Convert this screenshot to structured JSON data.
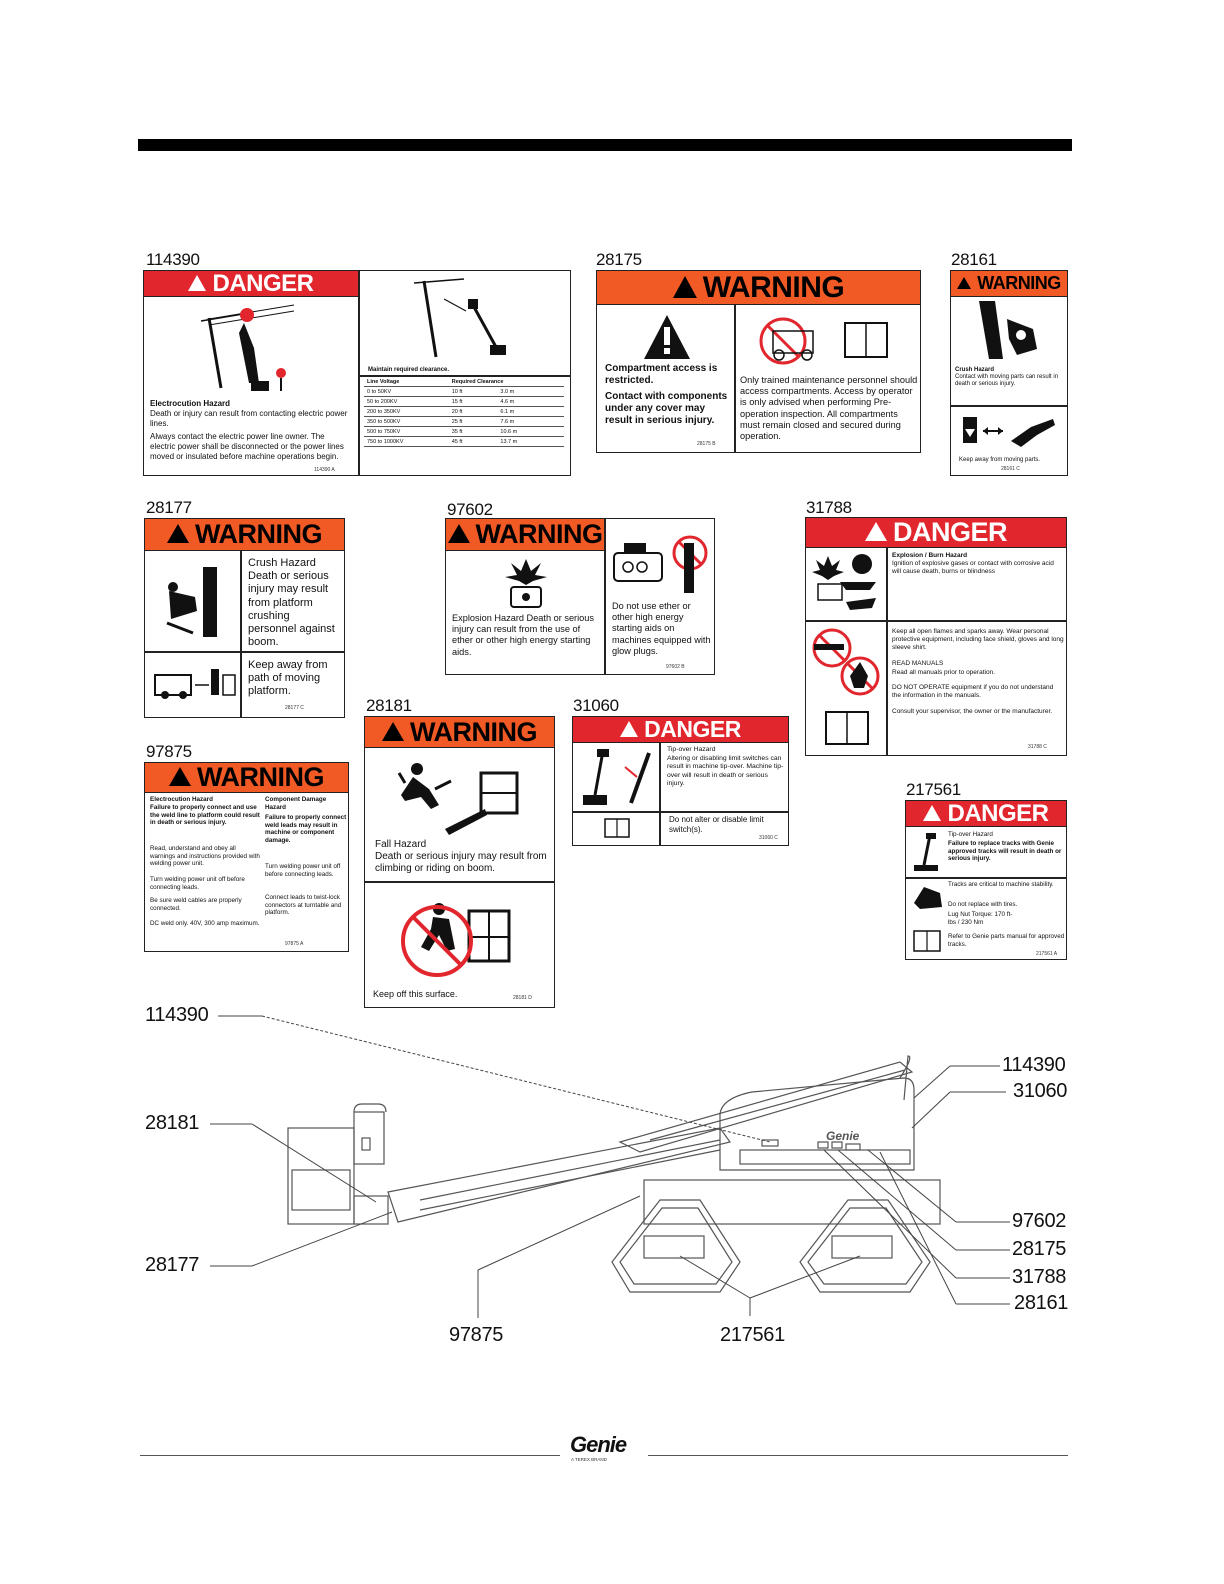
{
  "decals": {
    "d114390": {
      "part": "114390",
      "header": "DANGER",
      "hazard": "Electrocution Hazard",
      "line1": "Death or injury can result from contacting electric power lines.",
      "line2": "Always contact the electric power line owner. The electric power shall be disconnected or the power lines moved or insulated before machine operations begin.",
      "code": "114390 A",
      "table_title": "Maintain required clearance.",
      "col_voltage": "Line Voltage",
      "col_clearance": "Required Clearance",
      "rows": [
        [
          "0 to 50KV",
          "10 ft",
          "3.0 m"
        ],
        [
          "50 to 200KV",
          "15 ft",
          "4.6 m"
        ],
        [
          "200 to 350KV",
          "20 ft",
          "6.1 m"
        ],
        [
          "350 to 500KV",
          "25 ft",
          "7.6 m"
        ],
        [
          "500 to 750KV",
          "35 ft",
          "10.6 m"
        ],
        [
          "750 to 1000KV",
          "45 ft",
          "13.7 m"
        ]
      ]
    },
    "d28175": {
      "part": "28175",
      "header": "WARNING",
      "left": "Compartment access is restricted.",
      "left2": "Contact with components under any cover may result in serious injury.",
      "right": "Only trained maintenance personnel should access compartments. Access by operator is only advised when performing Pre-operation inspection. All compartments must remain closed and secured during operation.",
      "code": "28175 B"
    },
    "d28161": {
      "part": "28161",
      "header": "WARNING",
      "hazard": "Crush Hazard",
      "text": "Contact with moving parts can result in death or serious injury.",
      "keep": "Keep away from moving parts.",
      "code": "28161 C"
    },
    "d28177": {
      "part": "28177",
      "header": "WARNING",
      "text": "Crush Hazard Death or serious injury may result from platform crushing personnel against boom.",
      "keep": "Keep away from path of moving platform.",
      "code": "28177 C"
    },
    "d97602": {
      "part": "97602",
      "header": "WARNING",
      "left": "Explosion Hazard Death or serious injury can result from the use of ether or other high energy starting aids.",
      "right": "Do not use ether or other high energy starting aids on machines equipped with glow plugs.",
      "code": "97602 B"
    },
    "d31788": {
      "part": "31788",
      "header": "DANGER",
      "hazard": "Explosion / Burn Hazard",
      "text": "Ignition of explosive gases or contact with corrosive acid will cause death, burns or blindness",
      "p1": "Keep all open flames and sparks away. Wear personal protective equipment, including face shield, gloves and long sleeve shirt.",
      "p2a": "READ MANUALS",
      "p2b": "Read all manuals prior to operation.",
      "p3": "DO NOT OPERATE equipment if you do not understand the information in the manuals.",
      "p4": "Consult your supervisor, the owner or the manufacturer.",
      "code": "31788 C"
    },
    "d97875": {
      "part": "97875",
      "header": "WARNING",
      "c1a": "Electrocution Hazard",
      "c1b": "Failure to properly connect and use the weld line to platform could result in death or serious injury.",
      "c1c": "Read, understand and obey all warnings and instructions provided with welding power unit.",
      "c1d": "Turn welding power unit off before connecting leads.",
      "c1e": "Be sure weld cables are properly connected.",
      "c1f": "DC weld only. 40V, 300 amp maximum.",
      "c2a": "Component Damage Hazard",
      "c2b": "Failure to properly connect weld leads may result in machine or component damage.",
      "c2c": "Turn welding power unit off before connecting leads.",
      "c2d": "Connect leads to twist-lock connectors at turntable and platform.",
      "code": "97875 A"
    },
    "d28181": {
      "part": "28181",
      "header": "WARNING",
      "text1": "Fall Hazard",
      "text2": "Death or serious injury may result from climbing or riding on boom.",
      "keep": "Keep off this surface.",
      "code": "28181 D"
    },
    "d31060": {
      "part": "31060",
      "header": "DANGER",
      "text1": "Tip-over Hazard",
      "text2": "Altering or disabling limit switches can result in machine tip-over. Machine tip-over will result in death or serious injury.",
      "text3": "Do not alter or disable limit switch(s).",
      "code": "31060 C"
    },
    "d217561": {
      "part": "217561",
      "header": "DANGER",
      "t1": "Tip-over Hazard",
      "t2": "Failure to replace tracks with Genie approved tracks will result in death or serious injury.",
      "t3": "Tracks are critical to machine stability.",
      "t4": "Do not replace with tires.",
      "t5": "Lug Nut Torque: 170 ft-lbs / 230 Nm",
      "t6": "Refer to Genie parts manual for approved tracks.",
      "code": "217561 A"
    }
  },
  "callouts": {
    "l114390": "114390",
    "l28181": "28181",
    "l28177": "28177",
    "l97875": "97875",
    "l217561": "217561",
    "r114390": "114390",
    "r31060": "31060",
    "r97602": "97602",
    "r28175": "28175",
    "r31788": "31788",
    "r28161": "28161"
  },
  "machine_brand": "Genie",
  "footer": {
    "logo": "Genie",
    "tagline": "A TEREX BRAND"
  },
  "colors": {
    "danger": "#e2262d",
    "warning": "#f15a24"
  }
}
